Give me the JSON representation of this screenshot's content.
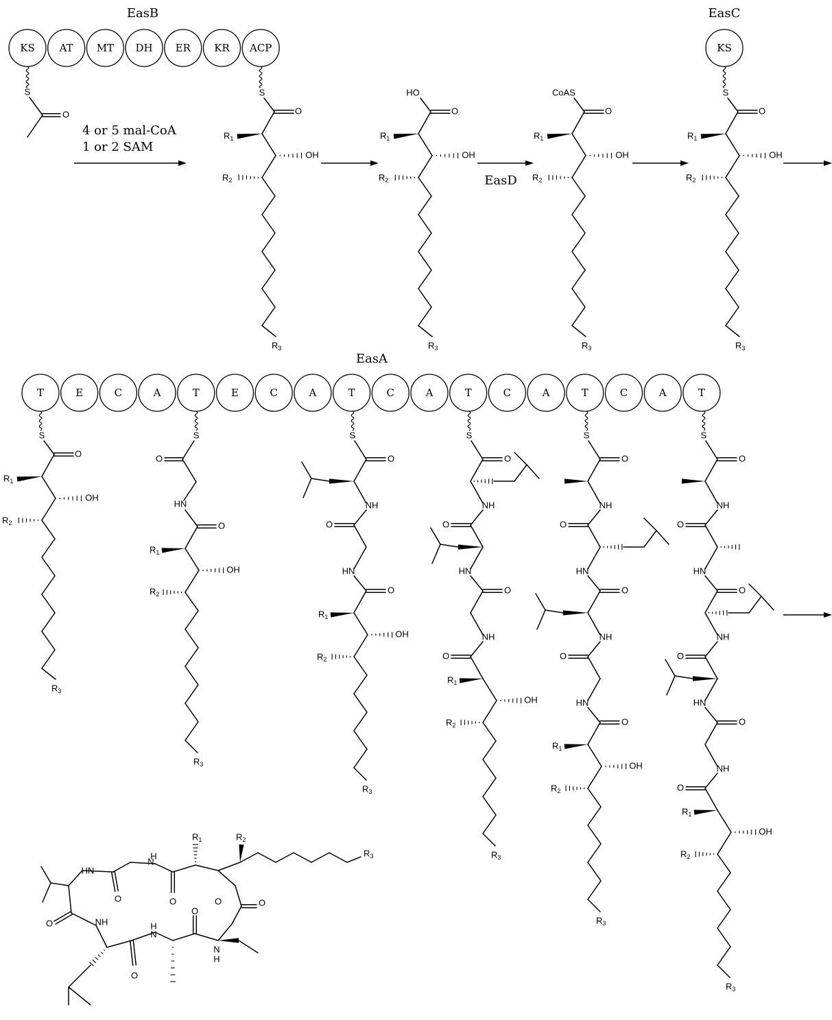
{
  "enzymes": {
    "easB": "EasB",
    "easC": "EasC",
    "easD": "EasD",
    "easA": "EasA"
  },
  "easB_domains": [
    "KS",
    "AT",
    "MT",
    "DH",
    "ER",
    "KR",
    "ACP"
  ],
  "easC_domains": [
    "KS"
  ],
  "easA_domains": [
    "T",
    "E",
    "C",
    "A",
    "T",
    "E",
    "C",
    "A",
    "T",
    "C",
    "A",
    "T",
    "C",
    "A",
    "T",
    "C",
    "A",
    "T"
  ],
  "conditions": {
    "line1": "4 or 5 mal-CoA",
    "line2": "1 or 2 SAM"
  },
  "atoms": {
    "S": "S",
    "O": "O",
    "HO": "HO",
    "OH": "OH",
    "CoAS": "CoAS",
    "NH": "NH",
    "HN": "HN",
    "N": "N",
    "H": "H",
    "R1": "R",
    "R2": "R",
    "R3": "R",
    "sub1": "1",
    "sub2": "2",
    "sub3": "3"
  },
  "colors": {
    "ink": "#000000",
    "background": "#ffffff"
  }
}
